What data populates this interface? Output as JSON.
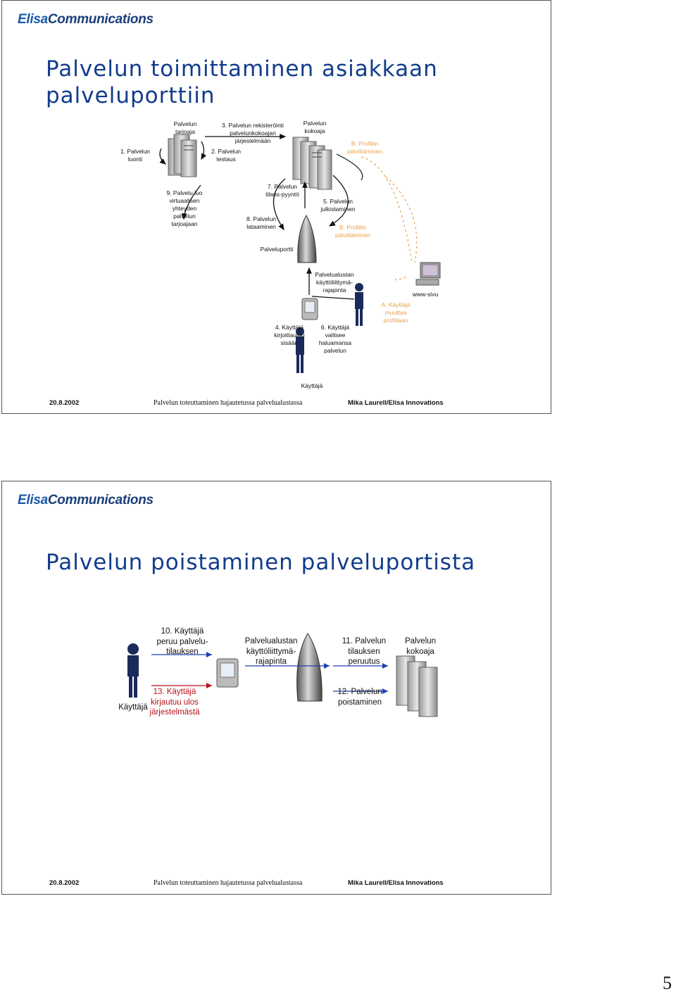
{
  "brand": {
    "logo_part1": "Elisa",
    "logo_part2": "Communications"
  },
  "slide1": {
    "title_line1": "Palvelun toimittaminen asiakkaan",
    "title_line2": "palveluporttiin",
    "labels": {
      "l1": "1. Palvelun luonti",
      "l_tarjoaja": "Palvelun tarjoaja",
      "l2": "2. Palvelun testaus",
      "l3": "3. Palvelun rekisteröinti palvelunkokoajan järjestelmään",
      "l_kokoaja": "Palvelun kokoaja",
      "lB1": "B. Profiilin päivittäminen",
      "l9": "9. Palvelu luo virtuaalisen yhteyden palvelun tarjoajaan",
      "l7": "7. Palvelun tilaus-pyyntö",
      "l8": "8. Palvelun lataaminen",
      "l5": "5. Palvelun julkistaminen",
      "lB2": "B. Profiilin päivittäminen",
      "l_portti": "Palveluportti",
      "l_rajapinta": "Palvelualustan käyttöliittymä-rajapinta",
      "l_www": "www-sivu",
      "lA": "A. Käyttäjä muuttaa profiilaan",
      "l4": "4. Käyttäjä kirjoittautuu sisään",
      "l6": "6. Käyttäjä valitsee haluamansa palvelun",
      "l_kayttaja": "Käyttäjä"
    }
  },
  "slide2": {
    "title": "Palvelun poistaminen palveluportista",
    "labels": {
      "l10": "10. Käyttäjä peruu palvelu-tilauksen",
      "l_rajapinta": "Palvelualustan käyttöliittymä-rajapinta",
      "l11": "11. Palvelun tilauksen peruutus",
      "l_kokoaja": "Palvelun kokoaja",
      "l_kayttaja": "Käyttäjä",
      "l13": "13. Käyttäjä kirjautuu ulos järjestelmästä",
      "l12": "12. Palvelun poistaminen"
    }
  },
  "footer": {
    "date": "20.8.2002",
    "middle": "Palvelun toteuttaminen hajautetussa palvelualustassa",
    "author": "Mika Laurell/Elisa Innovations"
  },
  "page_number": "5",
  "colors": {
    "title": "#123c8c",
    "orange": "#e8a048",
    "red": "#b8121a",
    "arrow": "#1f3fb5"
  }
}
